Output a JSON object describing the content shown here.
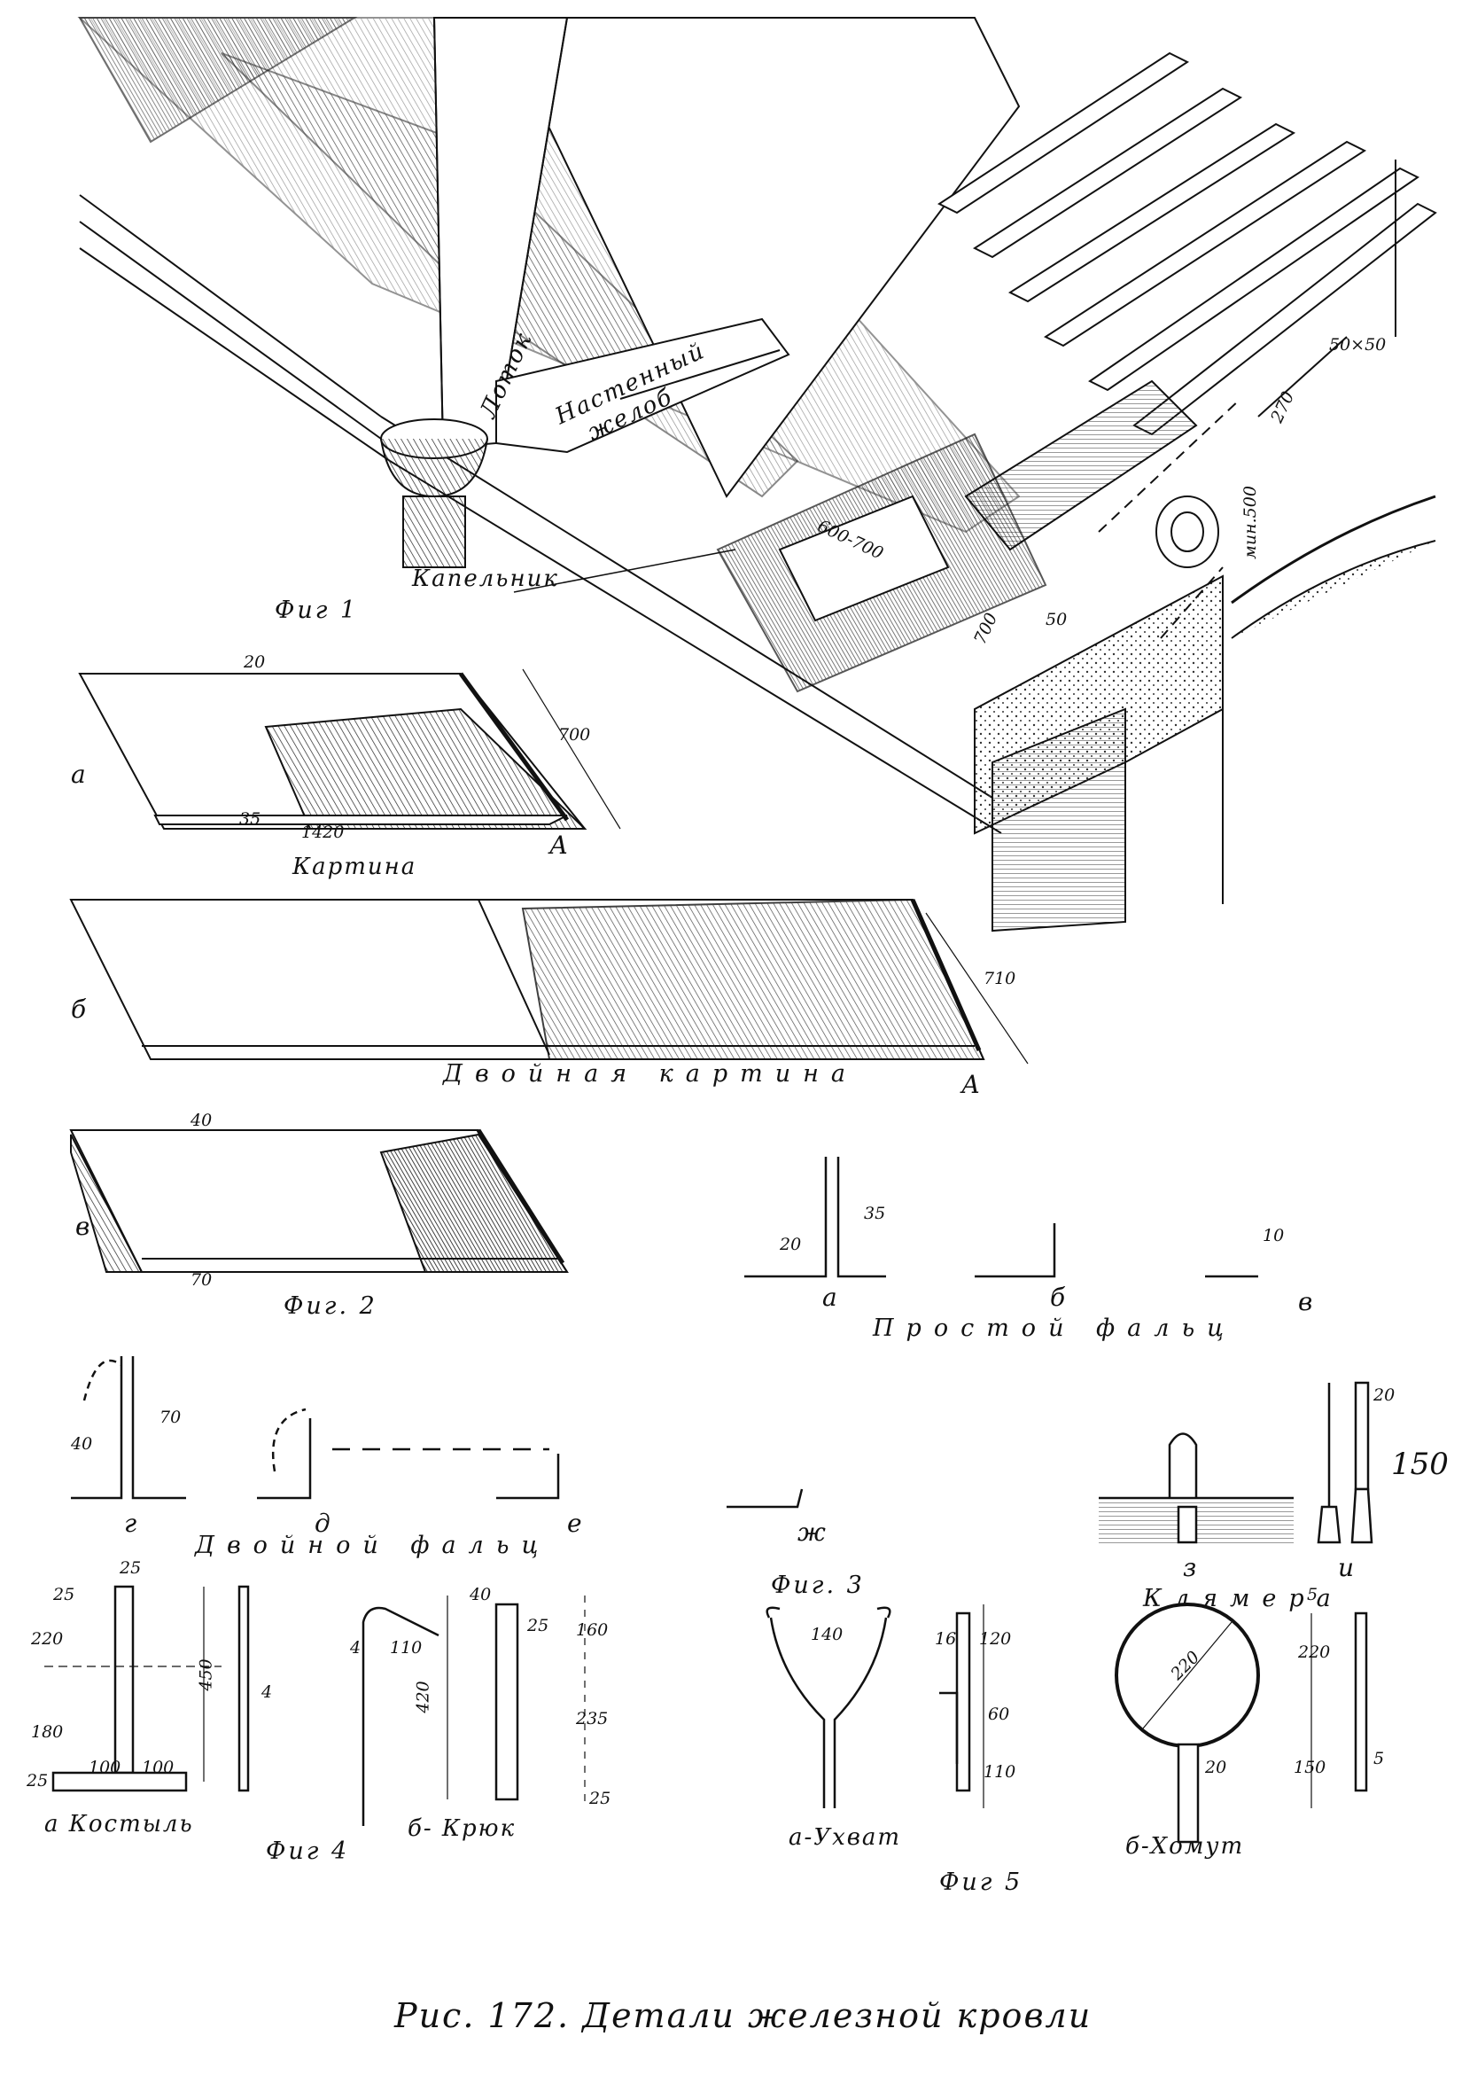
{
  "caption": "Рис. 172. Детали железной кровли",
  "fig1": {
    "title": "Фиг 1",
    "labels": {
      "gutter": "Лоток",
      "wall_gutter_1": "Настенный",
      "wall_gutter_2": "желоб",
      "drip": "Капельник",
      "dim_600_700": "600-700",
      "dim_700": "700",
      "dim_50": "50",
      "dim_50x50": "50×50",
      "dim_270": "270",
      "dim_min500": "мин.500"
    }
  },
  "fig2": {
    "title": "Фиг. 2",
    "a": {
      "letter": "а",
      "dim_top": "20",
      "dim_side": "700",
      "dim_bottom": "35",
      "dim_length": "1420",
      "mark": "А",
      "name": "Картина"
    },
    "b": {
      "letter": "б",
      "dim_side": "710",
      "mark": "А",
      "name": "Двойная картина"
    },
    "c": {
      "letter": "в",
      "dim_top": "40",
      "dim_bottom": "70"
    }
  },
  "fig3": {
    "title": "Фиг. 3",
    "simple_seam": "Простой фальц",
    "double_seam": "Двойной фальц",
    "clamp": "Клямера",
    "a": {
      "letter": "а",
      "d1": "20",
      "d2": "35"
    },
    "b": {
      "letter": "б"
    },
    "c": {
      "letter": "в",
      "d1": "10"
    },
    "g": {
      "letter": "г",
      "d1": "40",
      "d2": "70"
    },
    "d": {
      "letter": "д"
    },
    "e": {
      "letter": "е"
    },
    "zh": {
      "letter": "ж"
    },
    "z": {
      "letter": "з"
    },
    "i": {
      "letter": "и",
      "d1": "20",
      "d2": "150"
    }
  },
  "fig4": {
    "title": "Фиг 4",
    "a": {
      "name": "а Костыль",
      "d25a": "25",
      "d25b": "25",
      "d220": "220",
      "d180": "180",
      "d25c": "25",
      "d100a": "100",
      "d100b": "100",
      "d450": "450",
      "d4": "4"
    },
    "b": {
      "name": "б- Крюк",
      "d4": "4",
      "d110": "110",
      "d420": "420",
      "d40": "40",
      "d25": "25",
      "d160": "160",
      "d235": "235",
      "d25b": "25"
    }
  },
  "fig5": {
    "title": "Фиг 5",
    "a": {
      "name": "а-Ухват",
      "d140": "140",
      "d16": "16",
      "d120": "120",
      "d60": "60",
      "d110": "110"
    },
    "b": {
      "name": "б-Хомут",
      "d220": "220",
      "d20": "20",
      "d5a": "5",
      "d220b": "220",
      "d150": "150",
      "d5b": "5"
    }
  }
}
